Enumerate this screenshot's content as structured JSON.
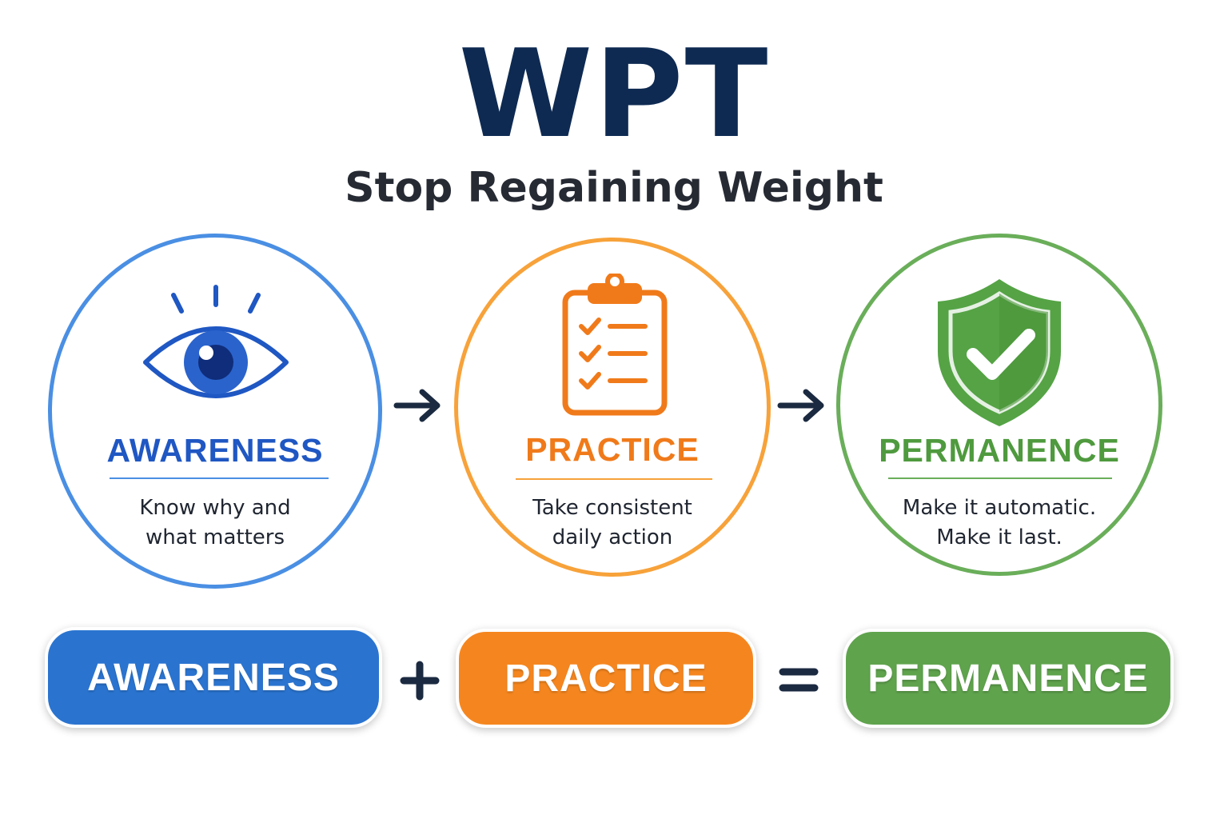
{
  "header": {
    "title": "WPT",
    "subtitle": "Stop Regaining Weight"
  },
  "stages": [
    {
      "name": "AWARENESS",
      "desc_line1": "Know why and",
      "desc_line2": "what matters",
      "icon": "eye-icon",
      "color": "#1f57c3"
    },
    {
      "name": "PRACTICE",
      "desc_line1": "Take consistent",
      "desc_line2": "daily action",
      "icon": "clipboard-checklist-icon",
      "color": "#f07a1a"
    },
    {
      "name": "PERMANENCE",
      "desc_line1": "Make it automatic.",
      "desc_line2": "Make it last.",
      "icon": "shield-check-icon",
      "color": "#4f9a3e"
    }
  ],
  "equation": {
    "terms": [
      "AWARENESS",
      "PRACTICE",
      "PERMANENCE"
    ],
    "operators": [
      "plus-icon",
      "equals-icon"
    ]
  },
  "colors": {
    "navy": "#0e2a52",
    "blue": "#2a74d0",
    "orange": "#f5861f",
    "green": "#5fa34d"
  }
}
